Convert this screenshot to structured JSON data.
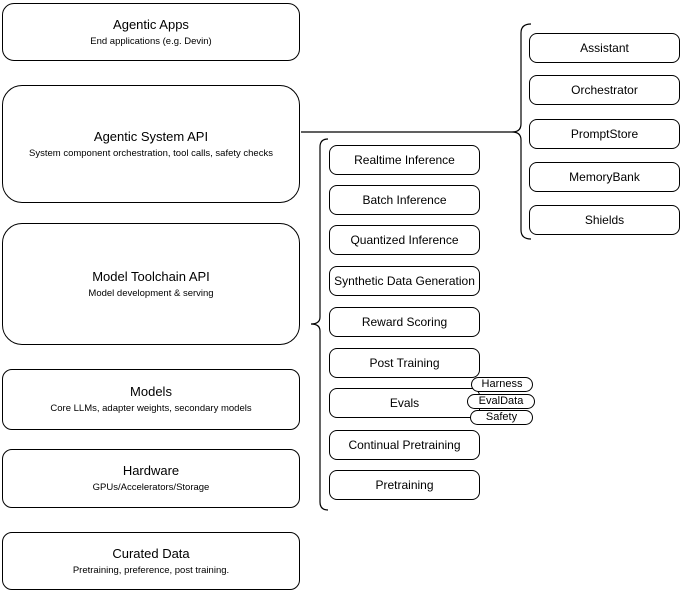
{
  "diagram": {
    "left_column": [
      {
        "title": "Agentic Apps",
        "subtitle": "End applications (e.g. Devin)"
      },
      {
        "title": "Agentic System API",
        "subtitle": "System component orchestration, tool calls, safety checks"
      },
      {
        "title": "Model Toolchain API",
        "subtitle": "Model development & serving"
      },
      {
        "title": "Models",
        "subtitle": "Core LLMs, adapter weights, secondary models"
      },
      {
        "title": "Hardware",
        "subtitle": "GPUs/Accelerators/Storage"
      },
      {
        "title": "Curated Data",
        "subtitle": "Pretraining, preference, post training."
      }
    ],
    "toolchain_items": [
      "Realtime Inference",
      "Batch Inference",
      "Quantized Inference",
      "Synthetic Data Generation",
      "Reward Scoring",
      "Post Training",
      "Evals",
      "Continual Pretraining",
      "Pretraining"
    ],
    "evals_tags": [
      "Harness",
      "EvalData",
      "Safety"
    ],
    "system_components": [
      "Assistant",
      "Orchestrator",
      "PromptStore",
      "MemoryBank",
      "Shields"
    ],
    "colors": {
      "stroke": "#000000",
      "fill": "#ffffff",
      "text": "#000000"
    }
  }
}
